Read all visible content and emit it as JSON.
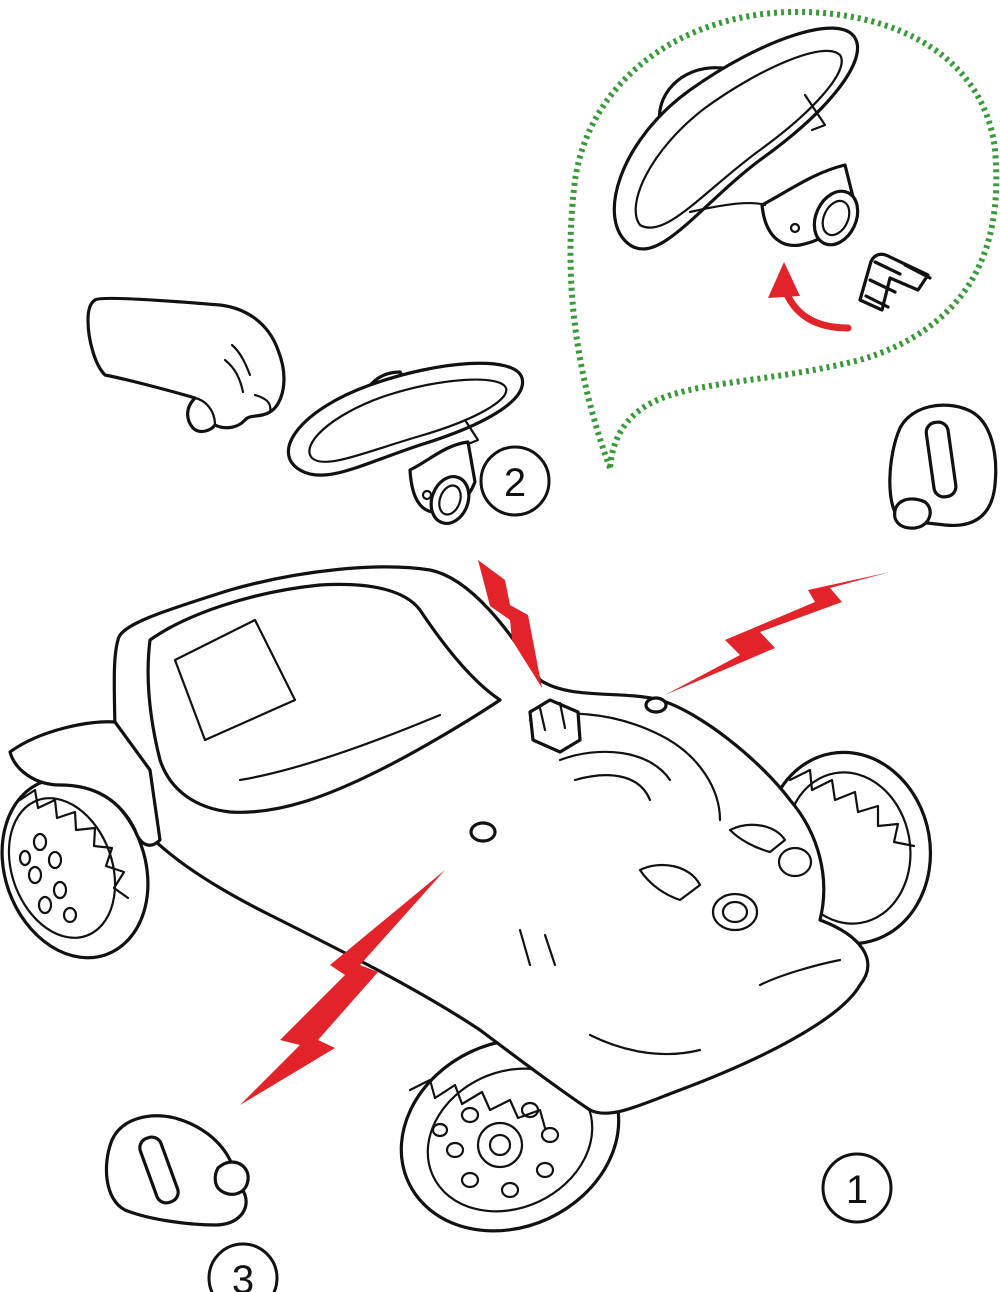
{
  "steps": {
    "one": "1",
    "two": "2",
    "three": "3"
  },
  "colors": {
    "line": "#111111",
    "arrow": "#e2232a",
    "callout_border": "#3a9a3a",
    "background": "#ffffff"
  },
  "icons": {
    "hand": "hand-icon",
    "steering_wheel": "steering-wheel-icon",
    "clip": "clip-icon",
    "cap": "cap-icon",
    "car": "ride-on-car-icon"
  }
}
